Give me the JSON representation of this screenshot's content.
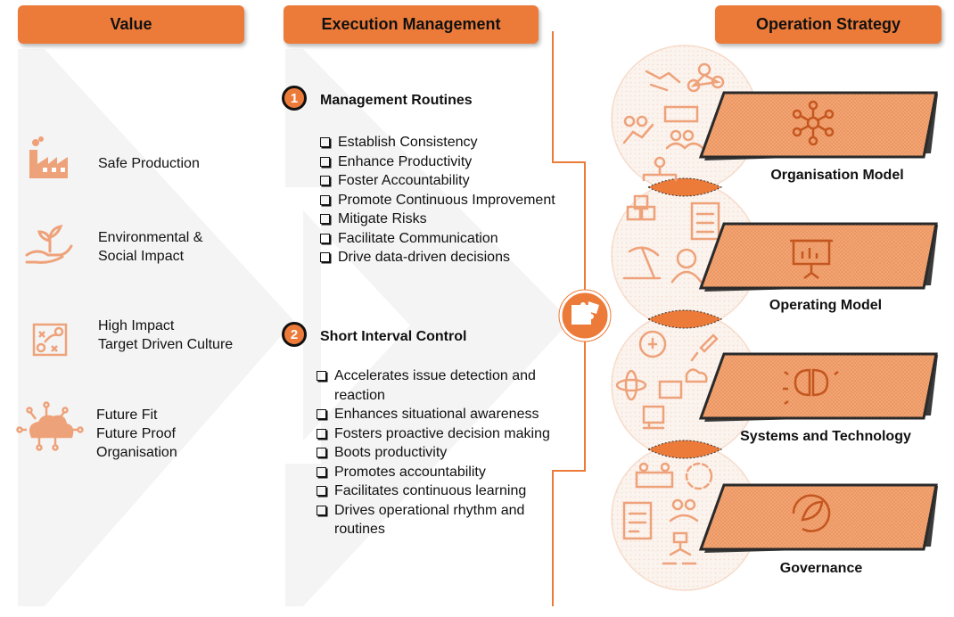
{
  "headers": {
    "value": "Value",
    "execution": "Execution Management",
    "operation": "Operation Strategy"
  },
  "value_items": [
    {
      "icon": "factory-icon",
      "lines": [
        "Safe Production"
      ]
    },
    {
      "icon": "plant-in-hand-icon",
      "lines": [
        "Environmental &",
        "Social Impact"
      ]
    },
    {
      "icon": "strategy-board-icon",
      "lines": [
        "High Impact",
        "Target Driven Culture"
      ]
    },
    {
      "icon": "cloud-network-icon",
      "lines": [
        "Future Fit",
        "Future Proof",
        "Organisation"
      ]
    }
  ],
  "execution": {
    "sections": [
      {
        "number": "1",
        "title": "Management Routines",
        "items": [
          "Establish Consistency",
          "Enhance Productivity",
          "Foster Accountability",
          "Promote Continuous Improvement",
          "Mitigate Risks",
          "Facilitate Communication",
          "Drive data-driven decisions"
        ]
      },
      {
        "number": "2",
        "title": "Short Interval Control",
        "items": [
          [
            "Accelerates issue detection and",
            "reaction"
          ],
          [
            "Enhances situational awareness"
          ],
          [
            "Fosters proactive decision making"
          ],
          [
            "Boots productivity"
          ],
          [
            "Promotes accountability"
          ],
          [
            "Facilitates continuous learning"
          ],
          [
            "Drives operational rhythm and",
            "routines"
          ]
        ]
      }
    ]
  },
  "center_icon": "puzzle-icon",
  "strategy_layers": [
    {
      "label": "Organisation Model",
      "icon": "network-hub-icon",
      "circle_icons": [
        "handshake-hands-icon",
        "people-network-icon",
        "growth-team-icon",
        "presentation-group-icon",
        "org-chart-icon"
      ]
    },
    {
      "label": "Operating Model",
      "icon": "presentation-chart-icon",
      "circle_icons": [
        "cubes-icon",
        "clipboard-checklist-icon",
        "mining-pickaxe-icon",
        "worker-helmet-icon"
      ]
    },
    {
      "label": "Systems and Technology",
      "icon": "ai-brain-icon",
      "circle_icons": [
        "head-lightbulb-icon",
        "rocket-icon",
        "atom-icon",
        "cloud-computer-icon",
        "robot-icon"
      ]
    },
    {
      "label": "Governance",
      "icon": "leaf-cycle-icon",
      "circle_icons": [
        "meeting-table-icon",
        "process-cycle-icon",
        "document-icon",
        "team-icon",
        "flowchart-icon"
      ]
    }
  ],
  "colors": {
    "accent": "#ec7b3a",
    "chevron": "#f4f4f4",
    "icon": "#eea27a",
    "plane_fill": "#f0a070",
    "circle_fill": "#fbf2ed",
    "plane_edge": "#2a2a2a"
  }
}
